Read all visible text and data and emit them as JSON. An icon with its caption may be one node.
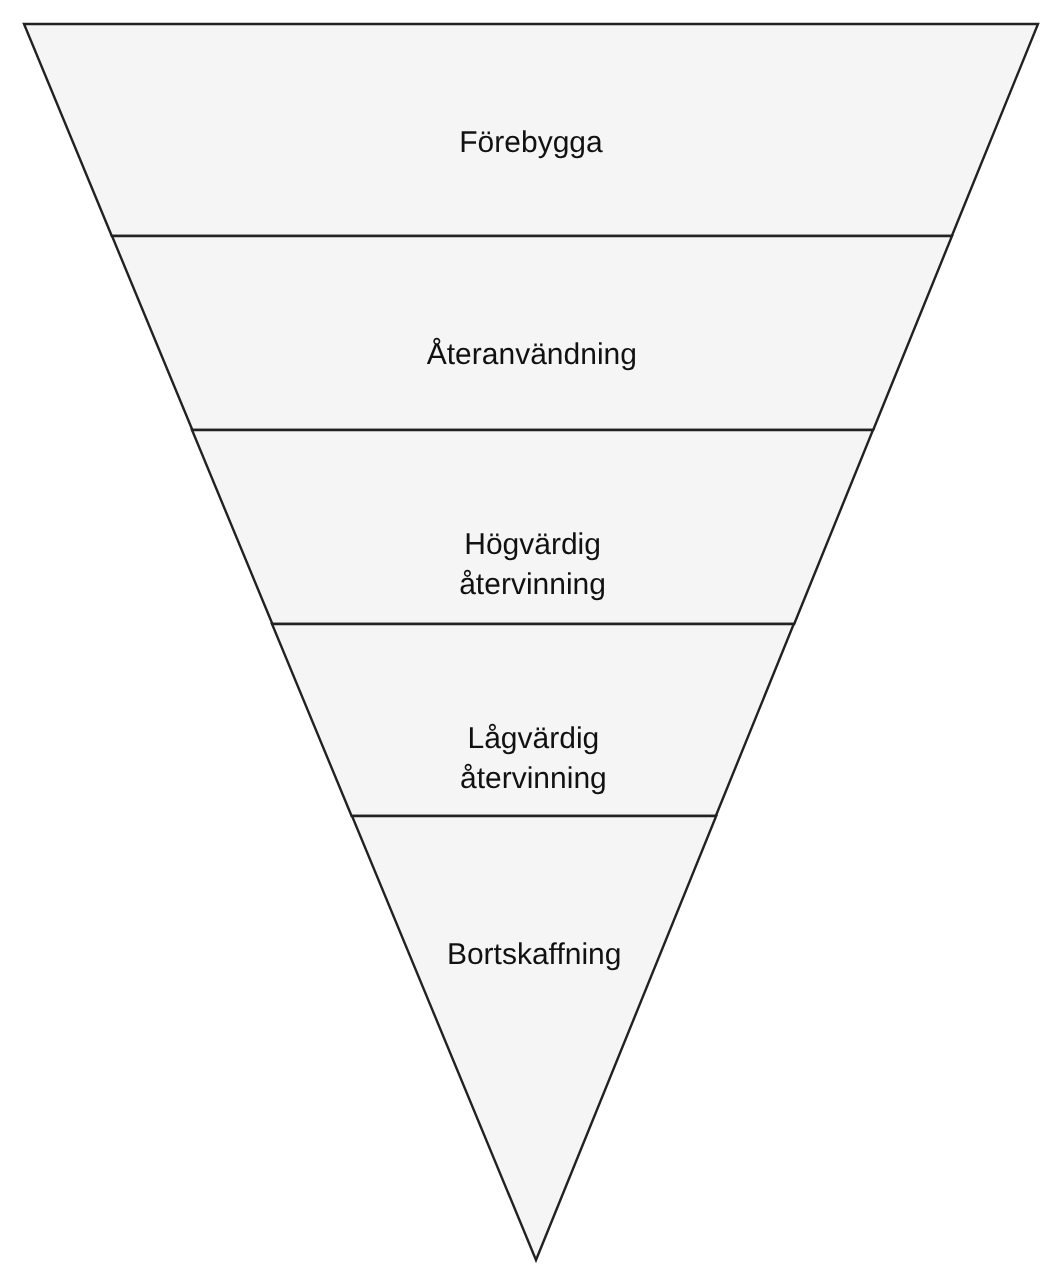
{
  "diagram": {
    "nodes": [
      {
        "text": [
          "Förebygga"
        ]
      },
      {
        "text": [
          "Återanvändning"
        ]
      },
      {
        "text": [
          "Högvärdig återvinning"
        ]
      },
      {
        "text": [
          "Lågvärdig återvinning"
        ]
      },
      {
        "text": [
          "Bortskaffning"
        ]
      }
    ]
  }
}
